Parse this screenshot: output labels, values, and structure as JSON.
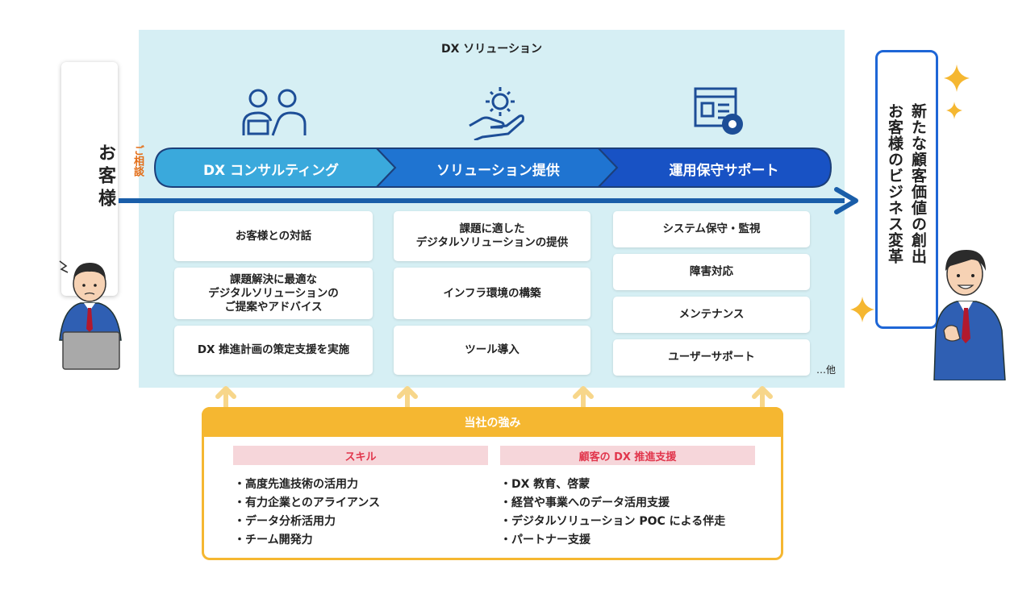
{
  "panel_title": "DX ソリューション",
  "customer_label": "お客様",
  "consult_label": "ご相談",
  "result_lines": [
    "お客様のビジネス変革",
    "新たな顧客価値の創出"
  ],
  "stages": [
    {
      "label": "DX コンサルティング",
      "icon": "people-consulting-icon"
    },
    {
      "label": "ソリューション提供",
      "icon": "hand-gear-icon"
    },
    {
      "label": "運用保守サポート",
      "icon": "window-gear-icon"
    }
  ],
  "columns": [
    [
      "お客様との対話",
      "課題解決に最適な\nデジタルソリューションの\nご提案やアドバイス",
      "DX 推進計画の策定支援を実施"
    ],
    [
      "課題に適した\nデジタルソリューションの提供",
      "インフラ環境の構築",
      "ツール導入"
    ],
    [
      "システム保守・監視",
      "障害対応",
      "メンテナンス",
      "ユーザーサポート"
    ]
  ],
  "other_label": "…他",
  "strength": {
    "title": "当社の強み",
    "skill_title": "スキル",
    "skill_items": [
      "高度先進技術の活用力",
      "有力企業とのアライアンス",
      "データ分析活用力",
      "チーム開発力"
    ],
    "support_title": "顧客の DX 推進支援",
    "support_items": [
      "DX 教育、啓蒙",
      "経営や事業へのデータ活用支援",
      "デジタルソリューション POC による伴走",
      "パートナー支援"
    ]
  },
  "colors": {
    "panel_bg": "#d6eff4",
    "stage1": "#3aa9dc",
    "stage2": "#1f74d1",
    "stage3": "#1852c4",
    "arrow": "#1a5ea9",
    "strength": "#f5b731",
    "accent_orange": "#e46e18",
    "result_border": "#1e66d6"
  }
}
